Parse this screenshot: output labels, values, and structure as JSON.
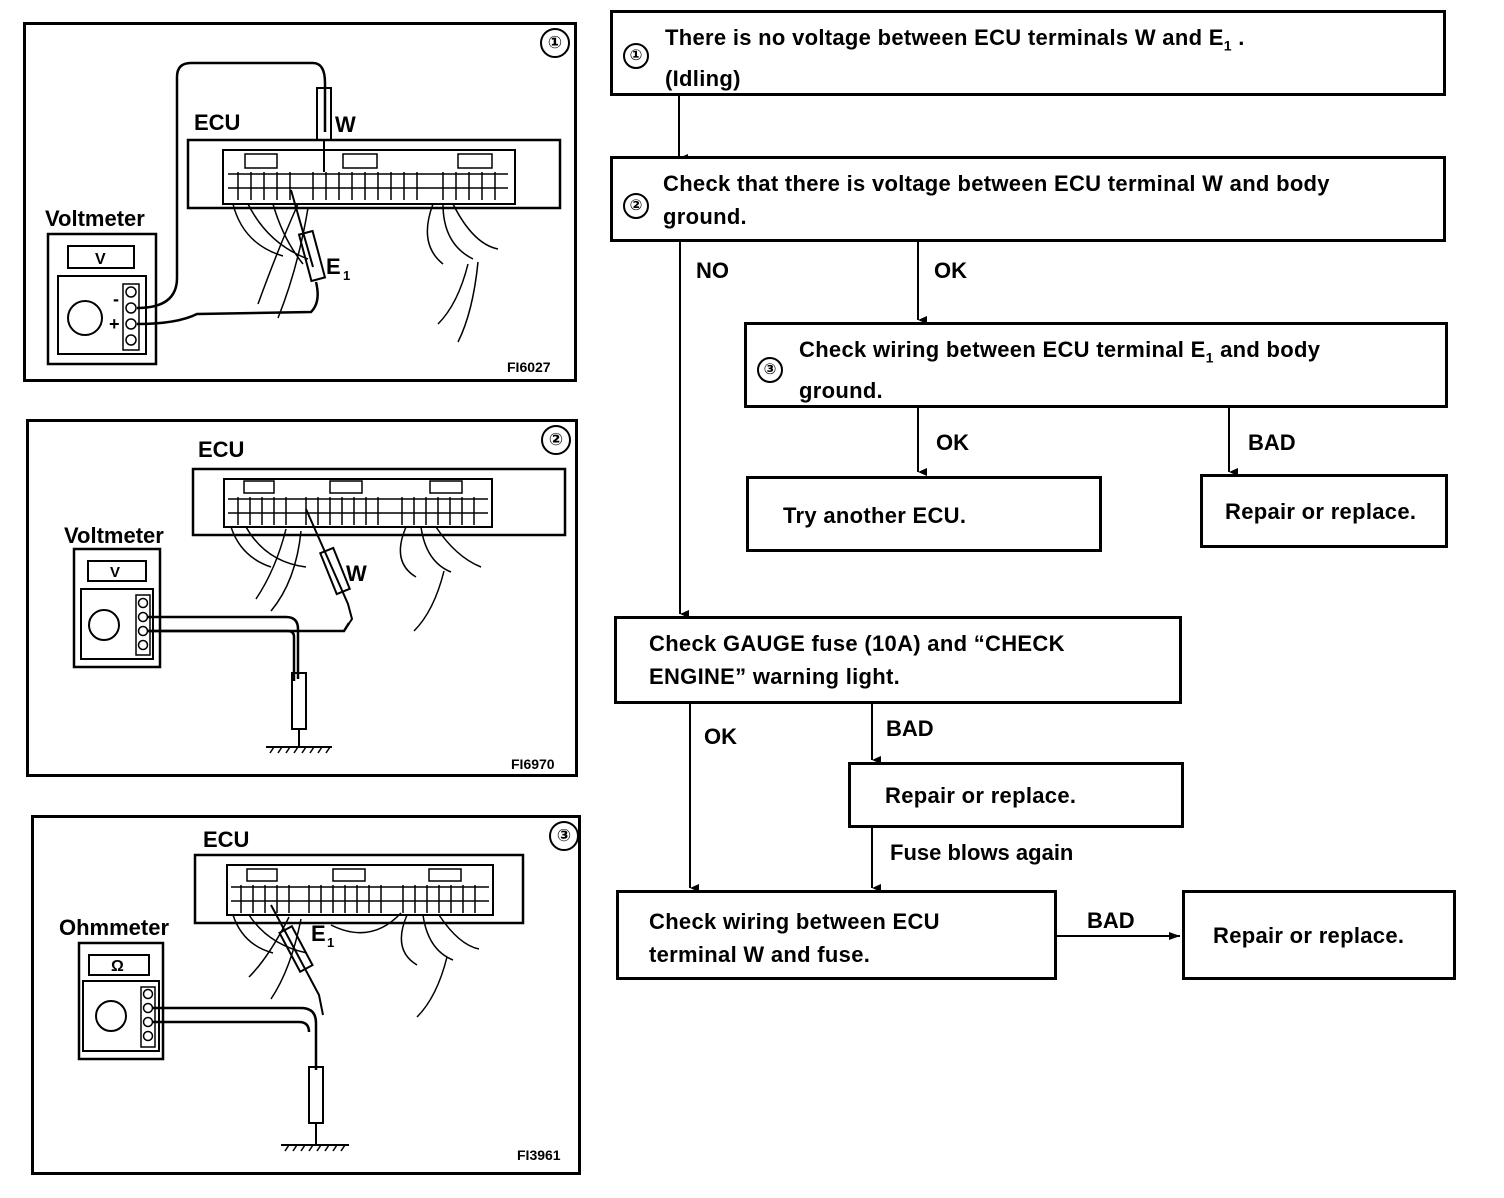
{
  "panels": [
    {
      "num": "①",
      "ecu": "ECU",
      "meter": "Voltmeter",
      "meter_face": "V",
      "probe_a": "W",
      "probe_b": "E",
      "probe_b_sub": "1",
      "code": "FI6027"
    },
    {
      "num": "②",
      "ecu": "ECU",
      "meter": "Voltmeter",
      "meter_face": "V",
      "probe_a": "W",
      "code": "FI6970"
    },
    {
      "num": "③",
      "ecu": "ECU",
      "meter": "Ohmmeter",
      "meter_face": "Ω",
      "probe_a": "E",
      "probe_a_sub": "1",
      "code": "FI3961"
    }
  ],
  "flow": {
    "step1": {
      "num": "①",
      "line1": "There is no voltage between ECU terminals W and E",
      "sub": "1",
      "line1_end": " .",
      "line2": "(Idling)"
    },
    "step2": {
      "num": "②",
      "line1": "Check that there is voltage between ECU terminal W and body",
      "line2": "ground."
    },
    "step3": {
      "num": "③",
      "line1a": "Check wiring between ECU terminal E",
      "sub": "1",
      "line1b": " and body",
      "line2": "ground."
    },
    "try_ecu": "Try another ECU.",
    "repair1": "Repair or replace.",
    "gauge_l1": "Check GAUGE fuse (10A) and “CHECK",
    "gauge_l2": "ENGINE” warning light.",
    "repair2": "Repair or replace.",
    "fuse_blows": "Fuse blows again",
    "wiring_l1": "Check wiring between ECU",
    "wiring_l2": "terminal W and fuse.",
    "repair3": "Repair or replace.",
    "labels": {
      "no": "NO",
      "ok1": "OK",
      "ok2": "OK",
      "bad1": "BAD",
      "ok3": "OK",
      "bad2": "BAD",
      "bad3": "BAD"
    }
  }
}
